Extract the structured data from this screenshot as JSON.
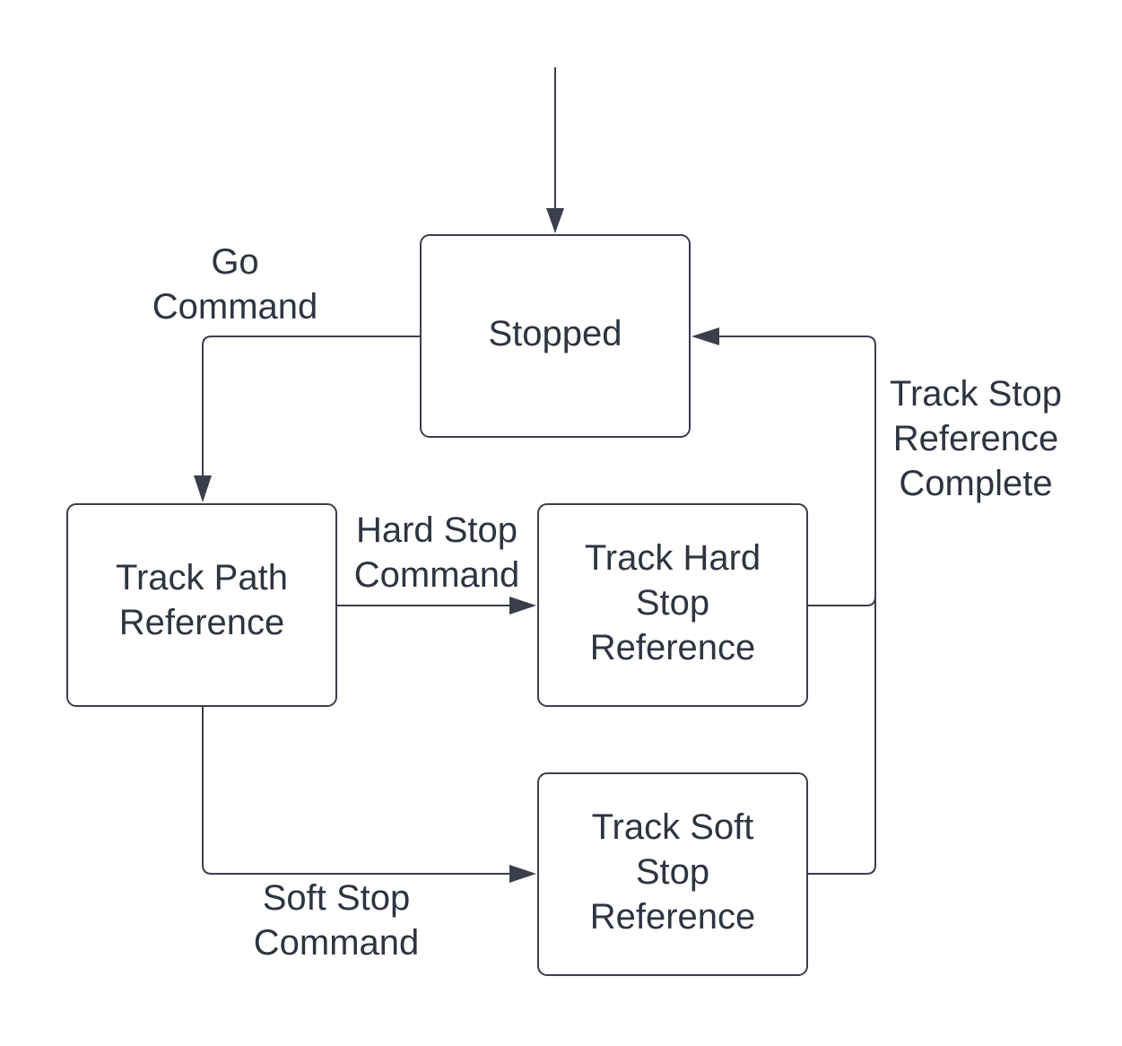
{
  "diagram": {
    "states": {
      "stopped": {
        "label": "Stopped"
      },
      "track_path": {
        "line1": "Track Path",
        "line2": "Reference"
      },
      "track_hard": {
        "line1": "Track Hard",
        "line2": "Stop",
        "line3": "Reference"
      },
      "track_soft": {
        "line1": "Track Soft",
        "line2": "Stop",
        "line3": "Reference"
      }
    },
    "transitions": {
      "go": {
        "line1": "Go",
        "line2": "Command"
      },
      "hard_stop": {
        "line1": "Hard Stop",
        "line2": "Command"
      },
      "soft_stop": {
        "line1": "Soft Stop",
        "line2": "Command"
      },
      "stop_complete": {
        "line1": "Track Stop",
        "line2": "Reference",
        "line3": "Complete"
      }
    },
    "colors": {
      "stroke": "#3a3f4b",
      "text": "#2e3440",
      "background": "#ffffff"
    }
  }
}
